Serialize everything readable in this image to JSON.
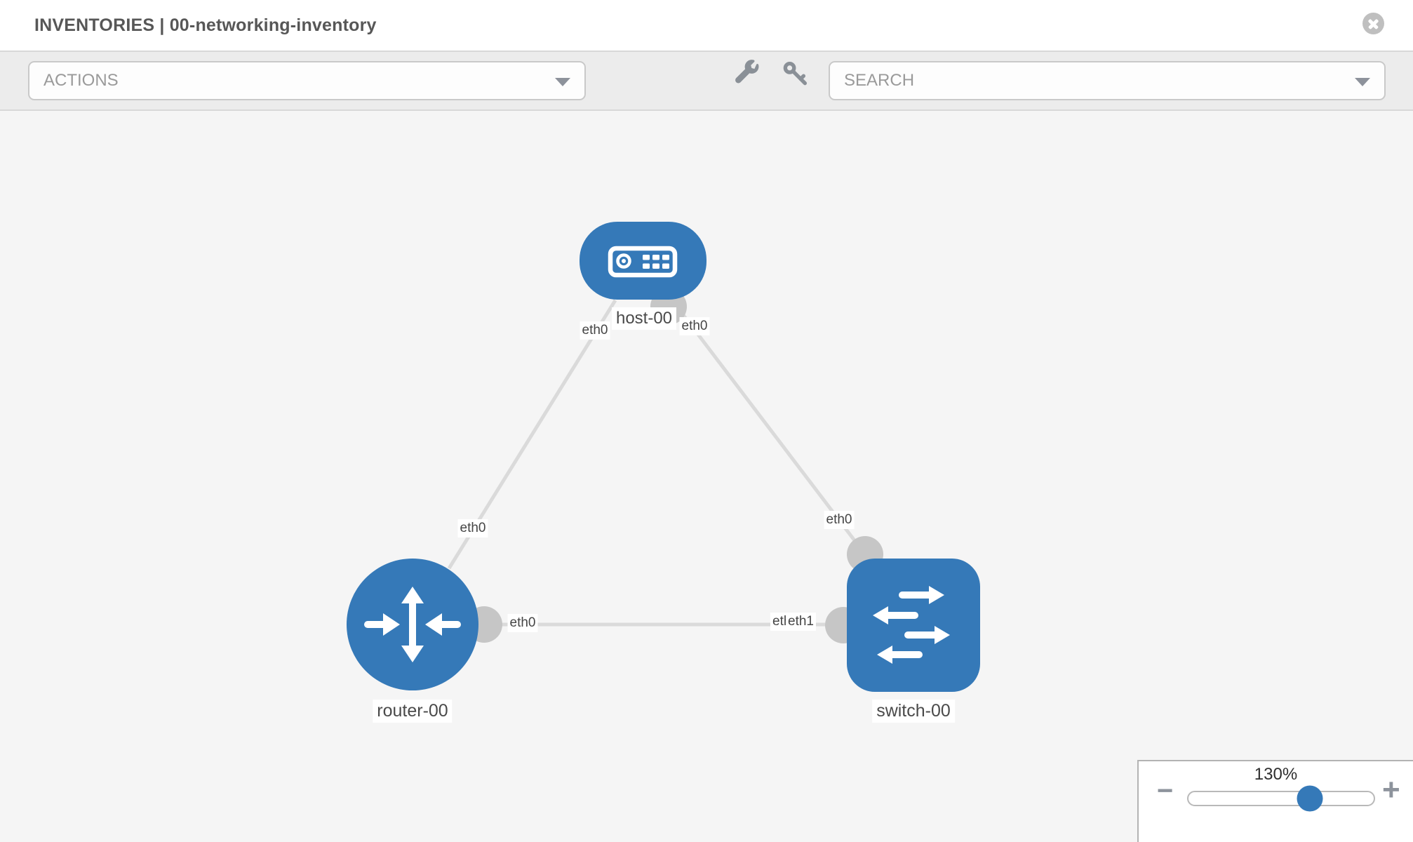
{
  "header": {
    "title": "INVENTORIES | 00-networking-inventory"
  },
  "toolbar": {
    "actions_dropdown": {
      "placeholder": "ACTIONS"
    },
    "search_dropdown": {
      "placeholder": "SEARCH"
    },
    "tool_icons": [
      "wrench",
      "key"
    ]
  },
  "topology": {
    "nodes": [
      {
        "id": "host-00",
        "type": "host",
        "label": "host-00"
      },
      {
        "id": "router-00",
        "type": "router",
        "label": "router-00"
      },
      {
        "id": "switch-00",
        "type": "switch",
        "label": "switch-00"
      }
    ],
    "links": [
      {
        "from": "host-00",
        "to": "router-00",
        "from_if": "eth0",
        "to_if": "eth0"
      },
      {
        "from": "host-00",
        "to": "switch-00",
        "from_if": "eth0",
        "to_if": "eth0"
      },
      {
        "from": "router-00",
        "to": "switch-00",
        "from_if": "eth0",
        "to_if": "eth1"
      }
    ],
    "interface_labels": {
      "if_host_left": "eth0",
      "if_host_right": "eth0",
      "if_link_host_router": "eth0",
      "if_link_host_switch": "eth0",
      "if_router_right": "eth0",
      "if_switch_under": "eth0",
      "if_switch_top": "eth1"
    },
    "colors": {
      "node_blue": "#3579b8",
      "link_gray": "#dadada",
      "connector_gray": "#c6c6c6",
      "canvas_bg": "#f5f5f5"
    }
  },
  "zoom_control": {
    "level": "130%",
    "minus_label": "−",
    "plus_label": "+"
  }
}
